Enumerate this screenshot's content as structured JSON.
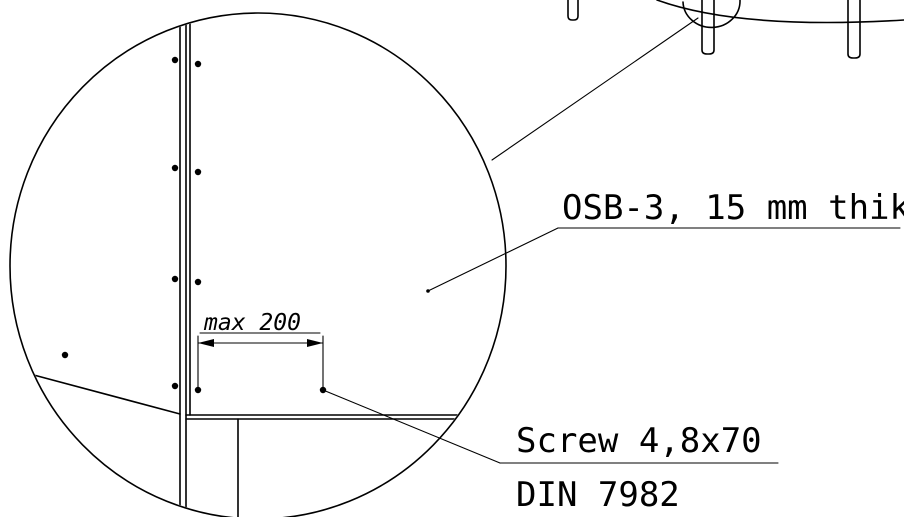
{
  "labels": {
    "material": "OSB-3, 15 mm thik",
    "screw_line1": "Screw 4,8x70",
    "screw_line2": "DIN 7982",
    "dimension": "max 200"
  },
  "colors": {
    "line": "#000000",
    "background": "#ffffff"
  }
}
